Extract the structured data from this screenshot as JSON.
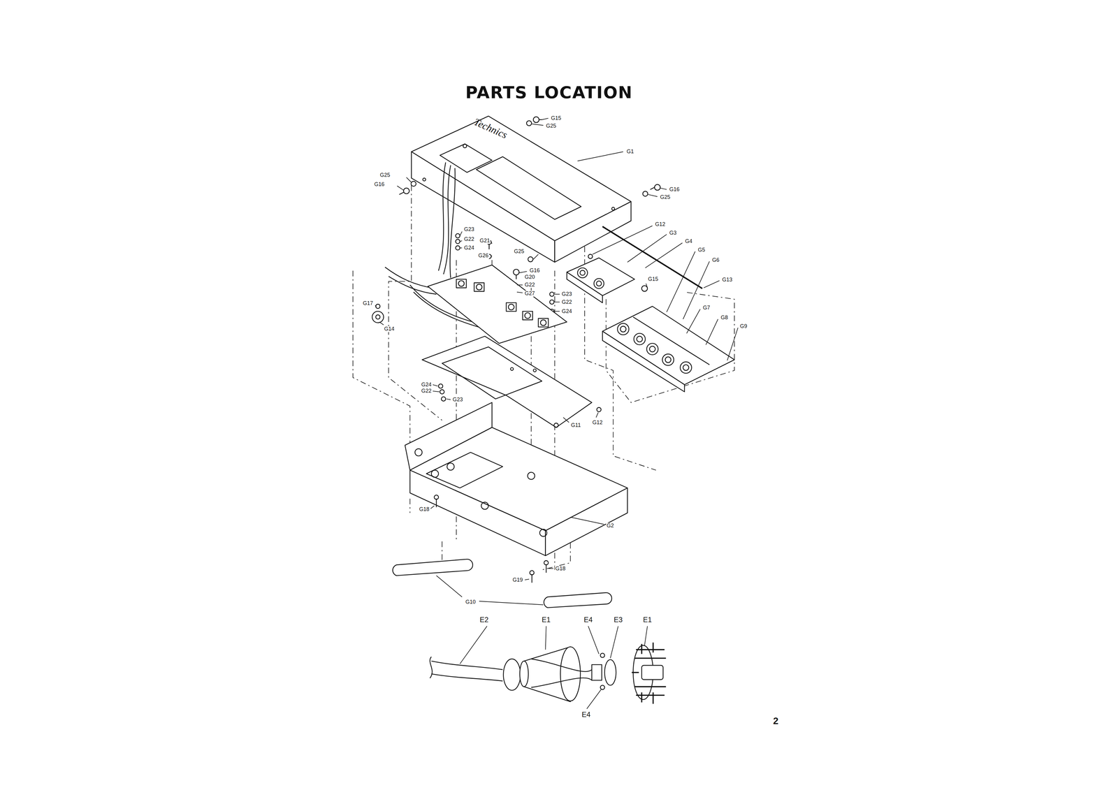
{
  "diagram": {
    "title": "PARTS LOCATION",
    "labels": [
      "G15",
      "G25",
      "Technics",
      "G1",
      "G25",
      "G16",
      "G16",
      "G25",
      "G12",
      "G3",
      "G23",
      "G22",
      "G24",
      "G21",
      "G26",
      "G25",
      "G4",
      "G5",
      "G6",
      "G16",
      "G20",
      "G22",
      "G27",
      "G15",
      "G13",
      "G23",
      "G22",
      "G24",
      "G17",
      "G7",
      "G8",
      "G9",
      "G14",
      "G24",
      "G22",
      "G23",
      "G11",
      "G12",
      "G18",
      "G2",
      "G18",
      "G19",
      "G10",
      "E2",
      "E1",
      "E4",
      "E3",
      "E1",
      "E4",
      "2"
    ]
  }
}
